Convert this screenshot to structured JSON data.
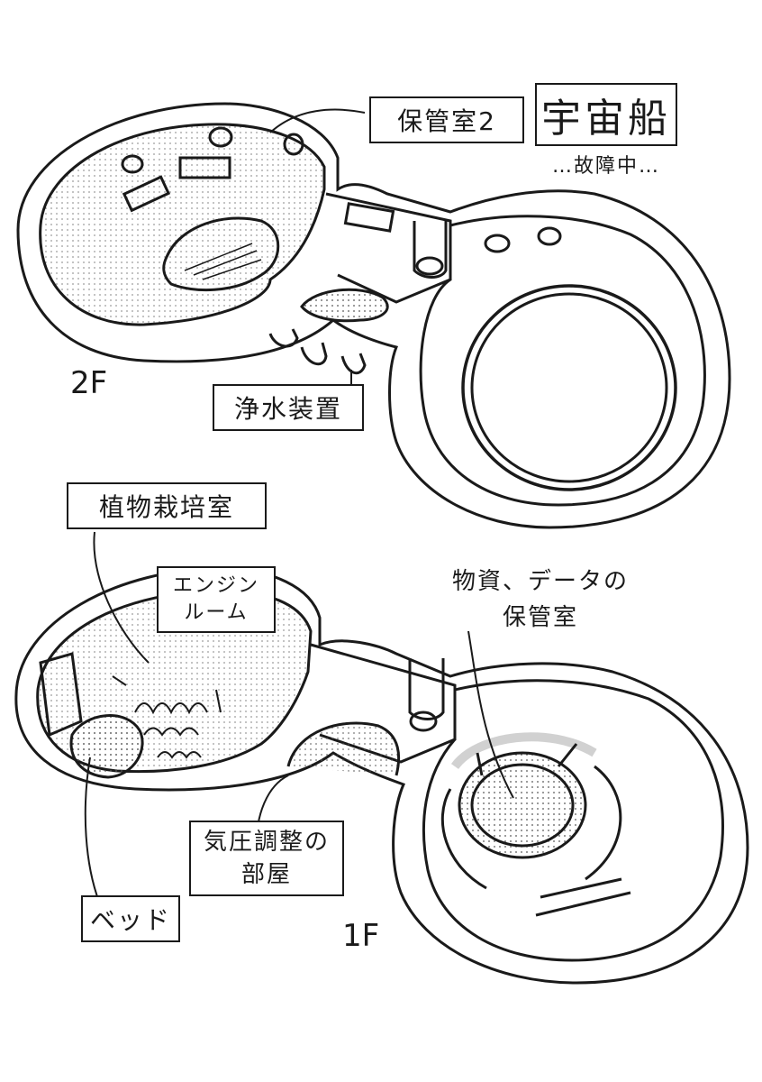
{
  "title": "宇宙船",
  "subtitle": "…故障中…",
  "floors": {
    "upper": "2F",
    "lower": "1F"
  },
  "labels": {
    "storage2": "保管室2",
    "water_purifier": "浄水装置",
    "plant_room": "植物栽培室",
    "engine_line1": "エンジン",
    "engine_line2": "ルーム",
    "supply_line1": "物資、データの",
    "supply_line2": "保管室",
    "pressure_line1": "気圧調整の",
    "pressure_line2": "部屋",
    "bed": "ベッド"
  }
}
